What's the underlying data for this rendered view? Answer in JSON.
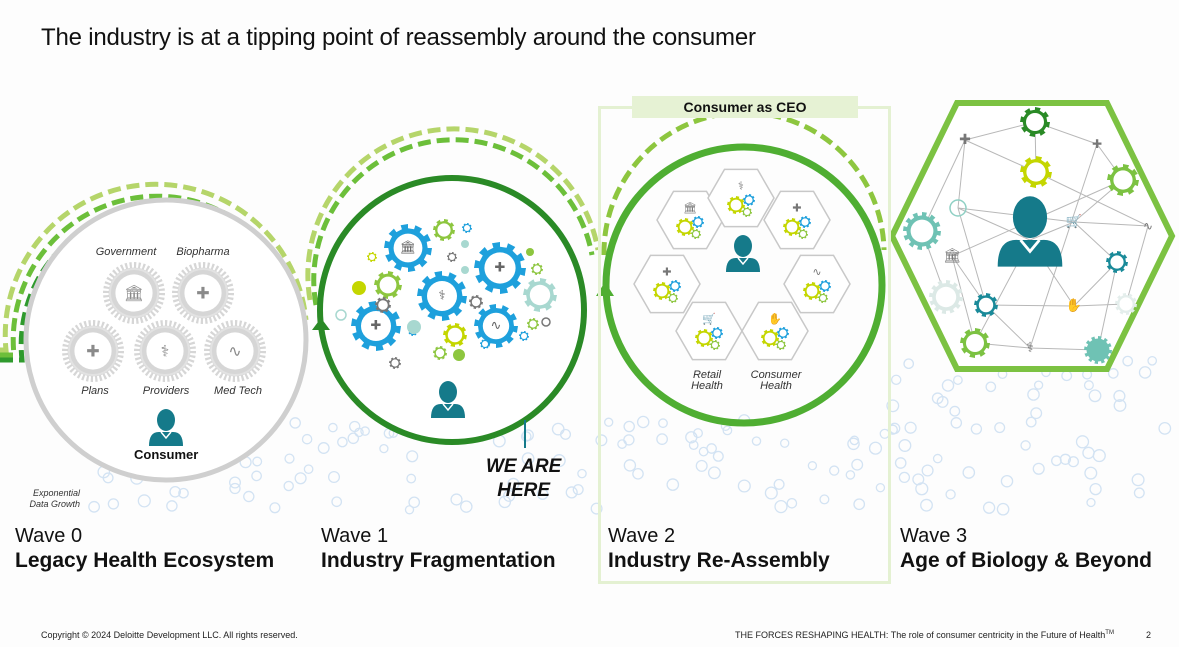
{
  "slide": {
    "title": "The industry is at a tipping point of reassembly around the consumer",
    "page_number": "2"
  },
  "colors": {
    "accent_green": "#4fae32",
    "dark_green": "#2a8a26",
    "light_green": "#8dc63f",
    "lime": "#c4d600",
    "teal": "#157a8a",
    "blue": "#1ea0dc",
    "aqua": "#6fc2b4",
    "grey": "#c8c8c8"
  },
  "waves": [
    {
      "number": "Wave 0",
      "name": "Legacy Health Ecosystem",
      "stakeholders": [
        {
          "label": "Government",
          "icon": "bank-icon"
        },
        {
          "label": "Biopharma",
          "icon": "medicine-bottle-icon"
        },
        {
          "label": "Plans",
          "icon": "clipboard-icon"
        },
        {
          "label": "Providers",
          "icon": "stethoscope-icon"
        },
        {
          "label": "Med Tech",
          "icon": "tablet-monitor-icon"
        }
      ],
      "center_label": "Consumer",
      "side_note": [
        "Exponential",
        "Data Growth"
      ]
    },
    {
      "number": "Wave 1",
      "name": "Industry Fragmentation",
      "marker": [
        "WE ARE",
        "HERE"
      ]
    },
    {
      "number": "Wave 2",
      "name": "Industry Re-Assembly",
      "banner": "Consumer as CEO",
      "hex_labels": [
        "Retail Health",
        "Consumer Health"
      ],
      "retail_label": [
        "Retail",
        "Health"
      ],
      "consumer_label": [
        "Consumer",
        "Health"
      ]
    },
    {
      "number": "Wave 3",
      "name": "Age of Biology & Beyond"
    }
  ],
  "footer": {
    "copyright": "Copyright © 2024 Deloitte Development LLC. All rights reserved.",
    "publication": "THE FORCES RESHAPING HEALTH: The role of consumer centricity in the Future of Health",
    "trademark": "TM"
  }
}
